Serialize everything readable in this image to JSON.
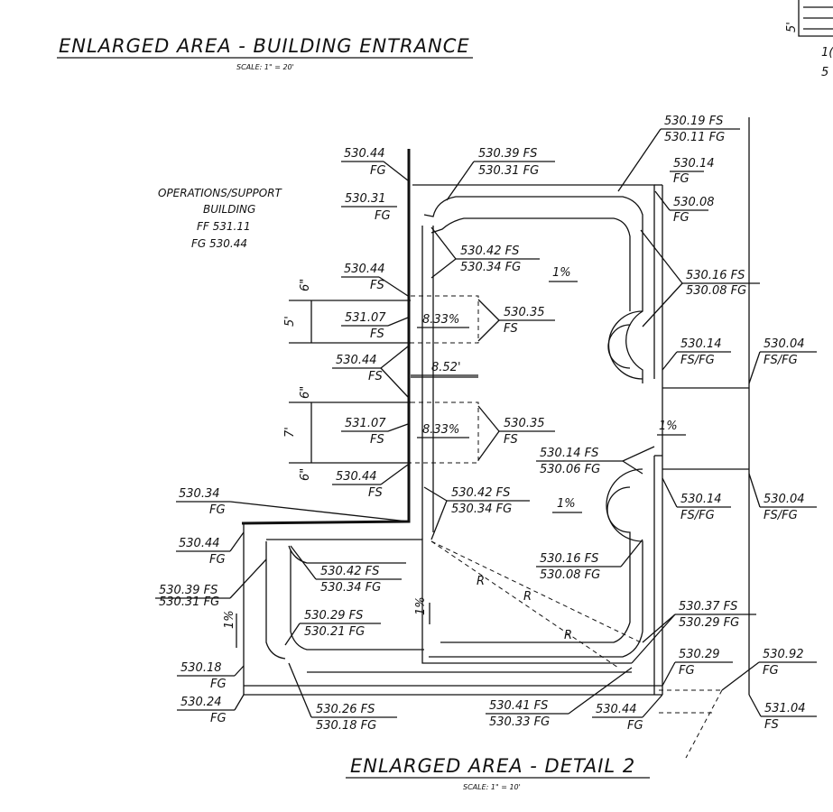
{
  "titles": {
    "top": "ENLARGED AREA - BUILDING ENTRANCE",
    "top_scale": "SCALE: 1\" = 20'",
    "bottom": "ENLARGED AREA - DETAIL 2",
    "bottom_scale": "SCALE: 1\" = 10'"
  },
  "building": {
    "line1": "OPERATIONS/SUPPORT",
    "line2": "BUILDING",
    "line3": "FF 531.11",
    "line4": "FG 530.44"
  },
  "dims": {
    "d6a": "6\"",
    "d5": "5'",
    "d6b": "6\"",
    "d7": "7'",
    "d6c": "6\"",
    "d852": "8.52'",
    "slope1": "8.33%",
    "slope2": "8.33%",
    "pct1": "1%",
    "pct2": "1%",
    "pct3": "1%",
    "pct4": "1%",
    "pct5": "1%",
    "r1": "R",
    "r2": "R",
    "r3": "R",
    "corner_5": "5'",
    "corner_a": "1(",
    "corner_b": "5"
  },
  "labels": {
    "l01": [
      "530.44",
      "FG"
    ],
    "l02": [
      "530.31",
      "FG"
    ],
    "l03": [
      "530.39 FS",
      "530.31 FG"
    ],
    "l04": [
      "530.19 FS",
      "530.11 FG"
    ],
    "l05": [
      "530.14",
      "FG"
    ],
    "l06": [
      "530.08",
      "FG"
    ],
    "l07": [
      "530.42 FS",
      "530.34 FG"
    ],
    "l08": [
      "530.44",
      "FS"
    ],
    "l09": [
      "530.16 FS",
      "530.08 FG"
    ],
    "l10": [
      "531.07",
      "FS"
    ],
    "l11": [
      "530.35",
      "FS"
    ],
    "l12": [
      "530.44",
      "FS"
    ],
    "l13": [
      "530.14",
      "FS/FG"
    ],
    "l14": [
      "530.04",
      "FS/FG"
    ],
    "l15": [
      "531.07",
      "FS"
    ],
    "l16": [
      "530.35",
      "FS"
    ],
    "l17": [
      "530.14 FS",
      "530.06 FG"
    ],
    "l18": [
      "530.44",
      "FS"
    ],
    "l19": [
      "530.34",
      "FG"
    ],
    "l20": [
      "530.42 FS",
      "530.34 FG"
    ],
    "l21": [
      "530.14",
      "FS/FG"
    ],
    "l22": [
      "530.04",
      "FS/FG"
    ],
    "l23": [
      "530.44",
      "FG"
    ],
    "l24": [
      "530.42 FS",
      "530.34 FG"
    ],
    "l25": [
      "530.16 FS",
      "530.08 FG"
    ],
    "l26": [
      "530.39 FS",
      "530.31 FG"
    ],
    "l27": [
      "530.29 FS",
      "530.21 FG"
    ],
    "l28": [
      "530.37 FS",
      "530.29 FG"
    ],
    "l29": [
      "530.18",
      "FG"
    ],
    "l30": [
      "530.29",
      "FG"
    ],
    "l31": [
      "530.92",
      "FG"
    ],
    "l32": [
      "530.24",
      "FG"
    ],
    "l33": [
      "530.26 FS",
      "530.18 FG"
    ],
    "l34": [
      "530.41 FS",
      "530.33 FG"
    ],
    "l35": [
      "530.44",
      "FG"
    ],
    "l36": [
      "531.04",
      "FS"
    ]
  }
}
